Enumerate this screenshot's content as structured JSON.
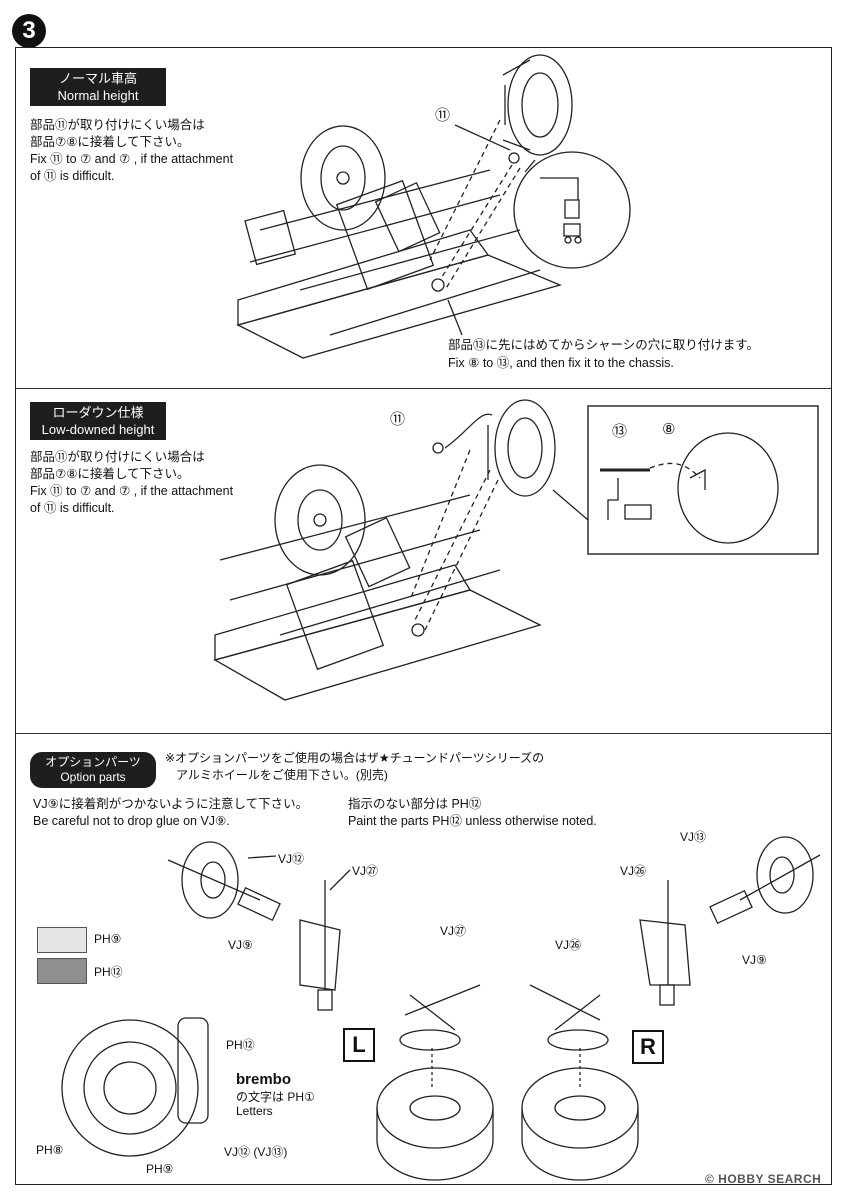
{
  "step": {
    "number": "3"
  },
  "section_normal": {
    "title_jp": "ノーマル車高",
    "title_en": "Normal height",
    "note_jp_1": "部品⑪が取り付けにくい場合は",
    "note_jp_2": "部品⑦⑧に接着して下さい。",
    "note_en_1": "Fix ⑪ to ⑦ and ⑦ , if the attachment",
    "note_en_2": "of ⑪ is difficult.",
    "part_label": "⑪",
    "fix_jp": "部品⑬に先にはめてからシャーシの穴に取り付けます。",
    "fix_en": "Fix ⑧ to ⑬, and then fix it to the chassis."
  },
  "section_lowdown": {
    "title_jp": "ローダウン仕様",
    "title_en": "Low-downed height",
    "note_jp_1": "部品⑪が取り付けにくい場合は",
    "note_jp_2": "部品⑦⑧に接着して下さい。",
    "note_en_1": "Fix ⑪ to ⑦ and ⑦ , if the attachment",
    "note_en_2": "of ⑪ is difficult.",
    "part_label": "⑪",
    "detail_label_a": "⑬",
    "detail_label_b": "⑧"
  },
  "section_options": {
    "title_jp": "オプションパーツ",
    "title_en": "Option parts",
    "note_jp_1": "※オプションパーツをご使用の場合はザ★チューンドパーツシリーズの",
    "note_jp_2": "アルミホイールをご使用下さい。(別売)",
    "glue_jp": "VJ⑨に接着剤がつかないように注意して下さい。",
    "glue_en": "Be careful not to drop glue on VJ⑨.",
    "paint_jp": "指示のない部分は PH⑫",
    "paint_en": "Paint the parts PH⑫ unless otherwise noted.",
    "labels": {
      "vj12": "VJ⑫",
      "vj27_top": "VJ㉗",
      "vj9_left": "VJ⑨",
      "vj27_mid": "VJ㉗",
      "vj26_mid": "VJ㉖",
      "vj26_top": "VJ㉖",
      "vj13": "VJ⑬",
      "vj9_right": "VJ⑨",
      "letter_l": "L",
      "letter_r": "R"
    },
    "swatches": [
      {
        "code": "PH⑨",
        "color": "#e6e6e6"
      },
      {
        "code": "PH⑫",
        "color": "#8f8f8f"
      }
    ],
    "brembo": {
      "ph12": "PH⑫",
      "logo": "brembo",
      "letters_jp": "の文字は PH①",
      "letters_en": "Letters",
      "ph8": "PH⑧",
      "ph9": "PH⑨",
      "vj_caliper": "VJ⑫ (VJ⑬)"
    }
  },
  "watermark": {
    "text": "© HOBBY SEARCH"
  }
}
